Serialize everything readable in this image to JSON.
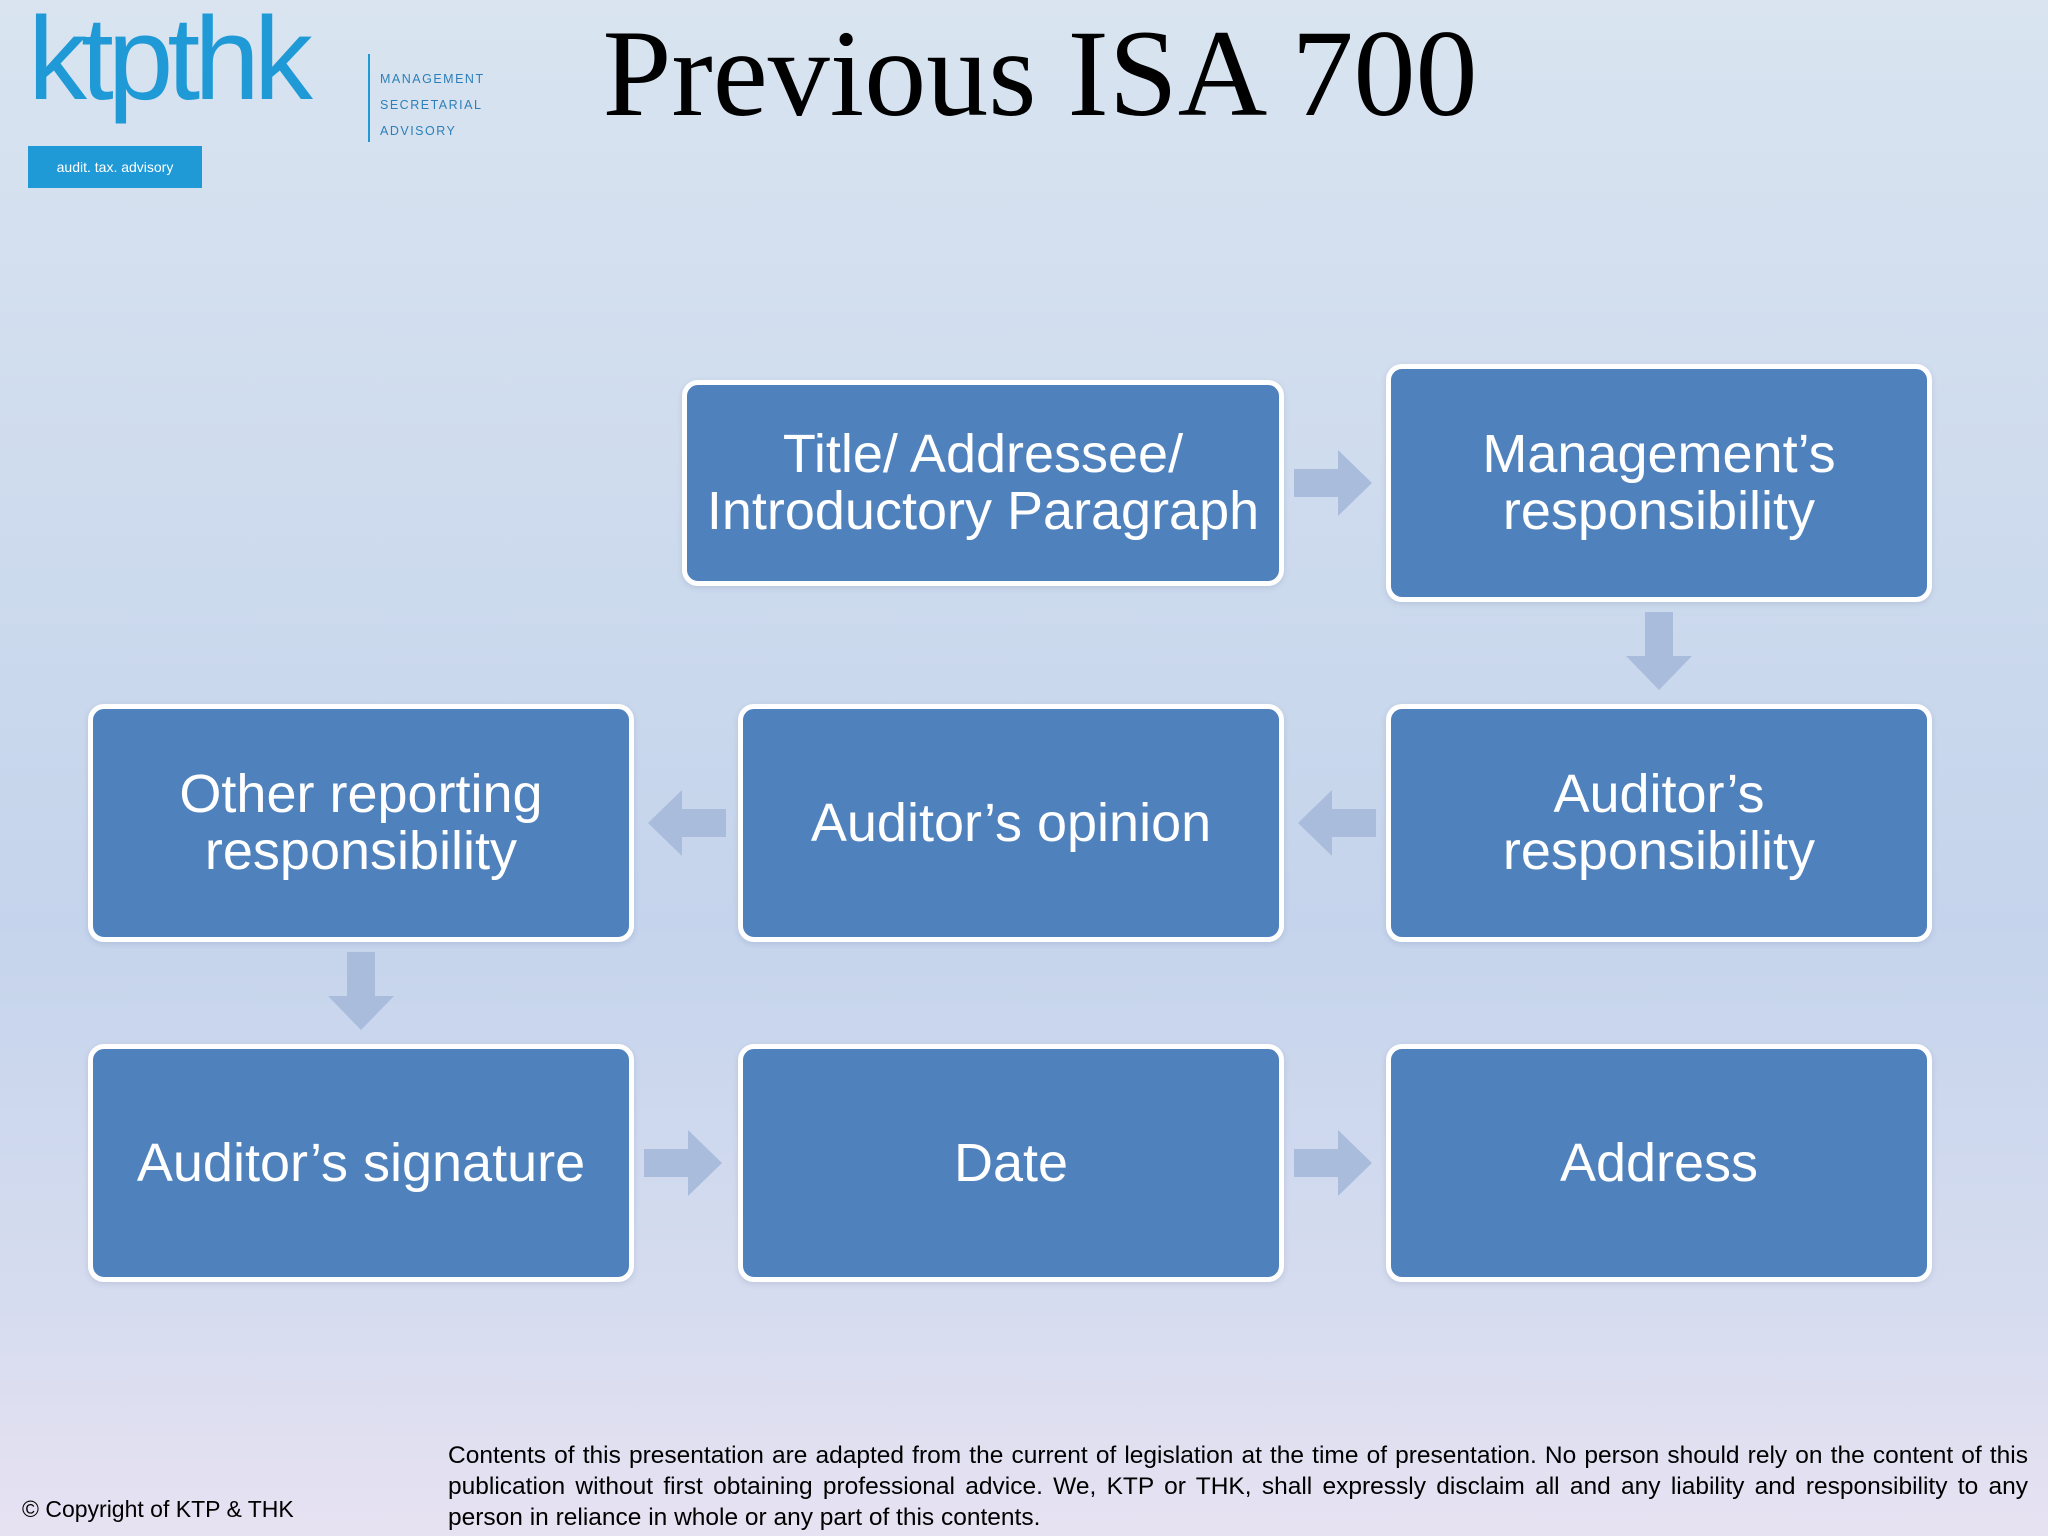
{
  "title": "Previous ISA 700",
  "logo": {
    "wordmark": "ktpthk",
    "tag_lines": [
      "MANAGEMENT",
      "SECRETARIAL",
      "ADVISORY"
    ],
    "badge": "audit. tax. advisory",
    "color": "#1f9ad6"
  },
  "boxes": {
    "title_addressee": "Title/ Addressee/ Introductory Paragraph",
    "management_responsibility": "Management’s responsibility",
    "auditor_responsibility": "Auditor’s responsibility",
    "auditor_opinion": "Auditor’s opinion",
    "other_reporting": "Other reporting responsibility",
    "auditor_signature": "Auditor’s signature",
    "date": "Date",
    "address": "Address"
  },
  "colors": {
    "box_fill": "#4f81bd",
    "box_border": "#ffffff",
    "arrow": "#a9bcdc"
  },
  "footer": {
    "copyright": "© Copyright of KTP & THK",
    "disclaimer": "Contents of this presentation are adapted from the current of legislation at the time of presentation. No person should rely on the content of this publication without first obtaining professional advice. We, KTP or THK, shall expressly disclaim all and any liability and responsibility to any person in reliance in whole or any part of this contents."
  }
}
